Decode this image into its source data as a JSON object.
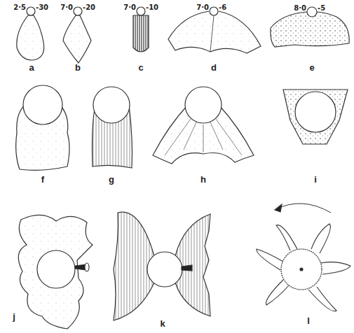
{
  "diagram": {
    "labels": [
      "2·5",
      "-30",
      "7·0",
      "-20",
      "7·0",
      "-10",
      "7·0",
      "-6",
      "8·0",
      "-5",
      "a",
      "b",
      "c",
      "d",
      "e",
      "f",
      "g",
      "h",
      "i",
      "j",
      "k",
      "l"
    ]
  }
}
